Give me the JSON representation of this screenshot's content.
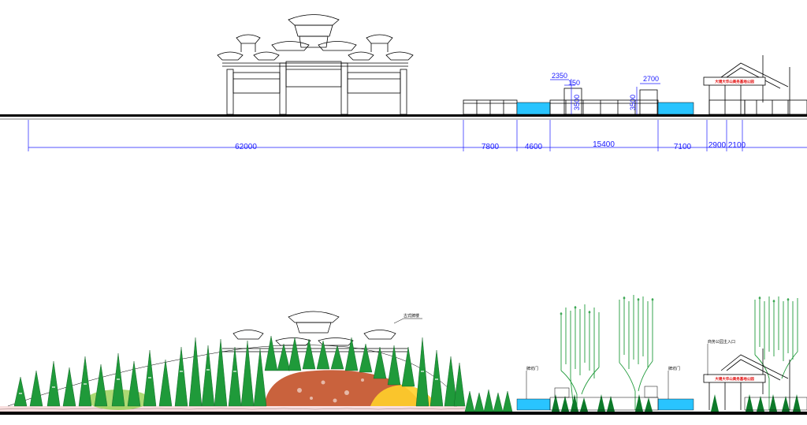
{
  "dimensions": {
    "horizontal": [
      "62000",
      "7800",
      "4600",
      "15400",
      "7100",
      "2900",
      "2100"
    ],
    "upper_left": [
      "2350",
      "150"
    ],
    "upper_right": [
      "2700"
    ],
    "vertical": [
      "3500",
      "3500"
    ]
  },
  "labels": {
    "sign_text": "大境大华山商务基地公园",
    "sign_text_lower": "大境大华山商务基地公园",
    "pavilion_label": "古式牌楼",
    "gate_left": "牌坊门",
    "gate_right": "牌坊门",
    "entrance_label": "商务公园主入口"
  },
  "colors": {
    "dimension": "#1a1aff",
    "water": "#29c4ff",
    "tree": "#1f9a3a",
    "rock_red": "#c0461b",
    "rock_yellow": "#ffd02a",
    "rock_green": "#9ed35a",
    "sign_red": "#e00000"
  }
}
